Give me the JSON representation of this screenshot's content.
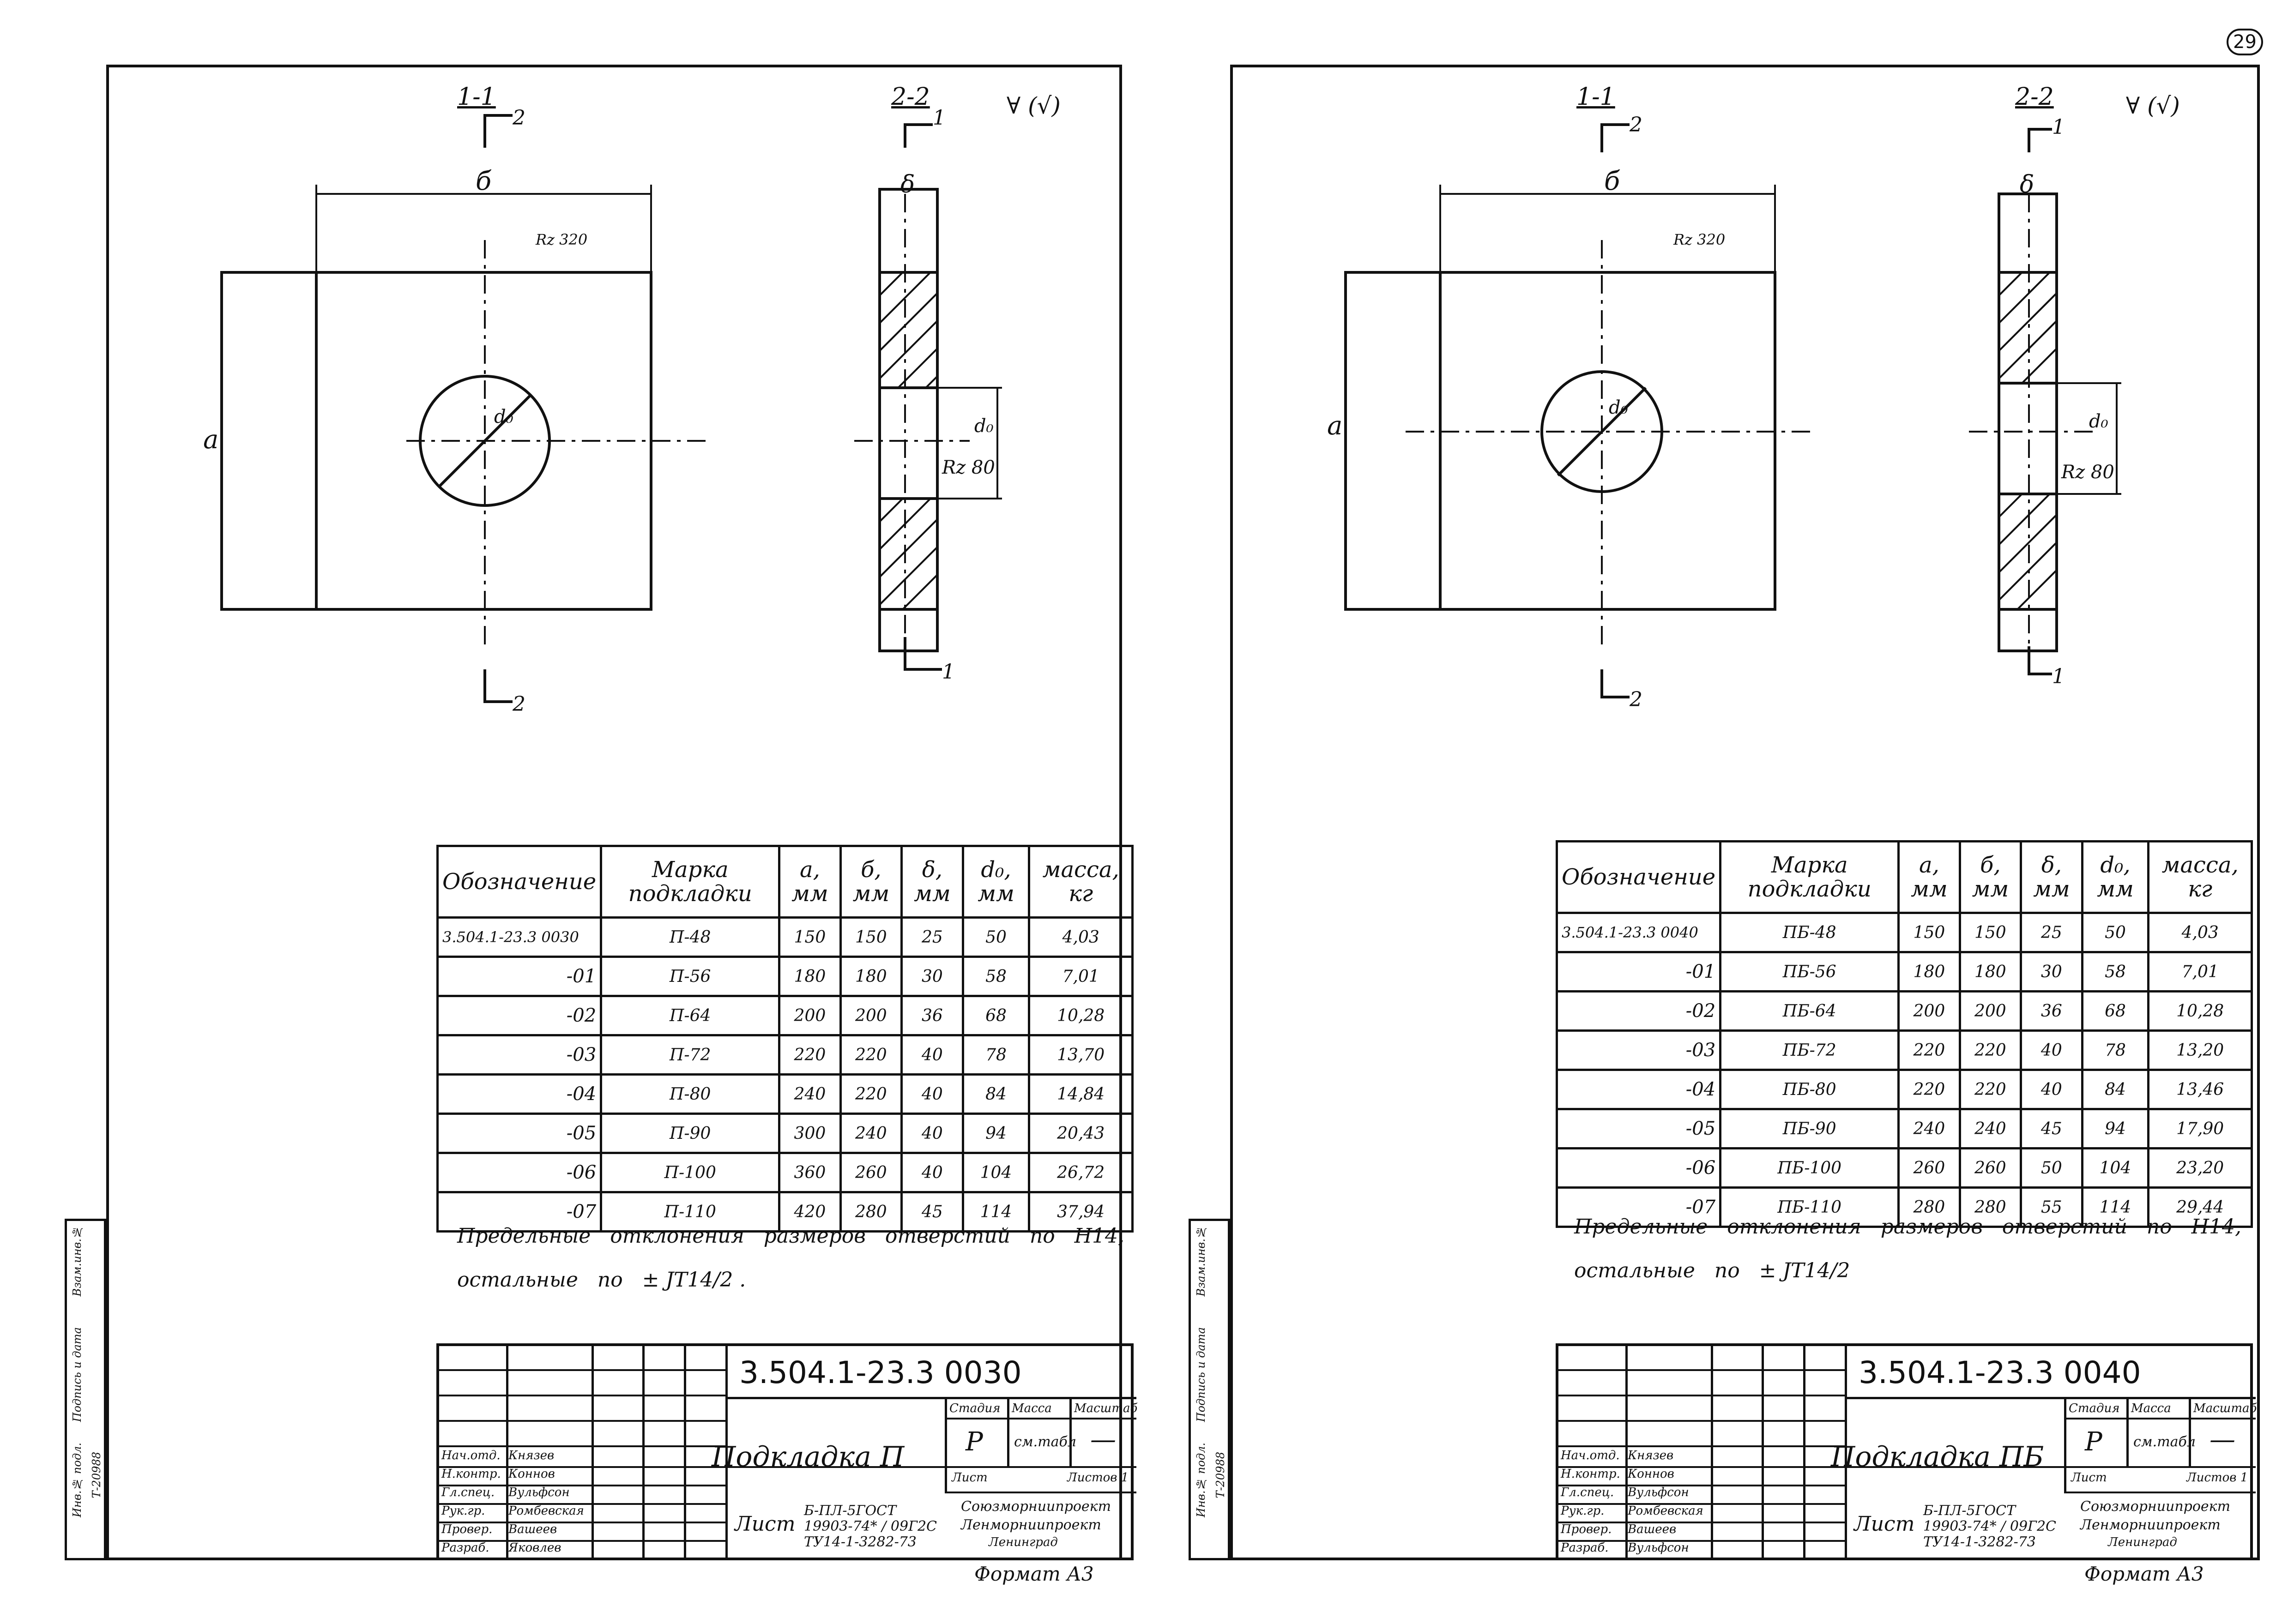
{
  "page_number": "29",
  "sheets": [
    {
      "section_1": "1-1",
      "section_2": "2-2",
      "mark_1": "2",
      "mark_2": "1",
      "roughness_main": "∀ (√)",
      "roughness_face": "Rz 320",
      "roughness_hole": "Rz 80",
      "dim_a": "а",
      "dim_b": "б",
      "dim_delta": "δ",
      "dim_d0": "d₀",
      "headers": [
        "Обозначение",
        "Марка подкладки",
        "а, мм",
        "б, мм",
        "δ, мм",
        "d₀, мм",
        "масса, кг"
      ],
      "rows": [
        [
          "3.504.1-23.3 0030",
          "П-48",
          "150",
          "150",
          "25",
          "50",
          "4,03"
        ],
        [
          "-01",
          "П-56",
          "180",
          "180",
          "30",
          "58",
          "7,01"
        ],
        [
          "-02",
          "П-64",
          "200",
          "200",
          "36",
          "68",
          "10,28"
        ],
        [
          "-03",
          "П-72",
          "220",
          "220",
          "40",
          "78",
          "13,70"
        ],
        [
          "-04",
          "П-80",
          "240",
          "220",
          "40",
          "84",
          "14,84"
        ],
        [
          "-05",
          "П-90",
          "300",
          "240",
          "40",
          "94",
          "20,43"
        ],
        [
          "-06",
          "П-100",
          "360",
          "260",
          "40",
          "104",
          "26,72"
        ],
        [
          "-07",
          "П-110",
          "420",
          "280",
          "45",
          "114",
          "37,94"
        ]
      ],
      "note_line1": "Предельные   отклонения   размеров   отверстий   по   Н14,",
      "note_line2": "остальные   по   ± JT14/2 .",
      "doc_code": "3.504.1-23.3  0030",
      "title": "Подкладка П",
      "stage_label": "Стадия",
      "mass_label": "Масса",
      "scale_label": "Масштаб",
      "stage": "Р",
      "mass": "см.табл",
      "scale": "—",
      "sheet_label": "Лист",
      "sheets_label": "Листов 1",
      "material": "Б-ПЛ-5ГОСТ 19903-74* / 09Г2С ТУ14-1-3282-73",
      "org_1": "Союзморниипроект",
      "org_2": "Ленморниипроект",
      "org_3": "Ленинград",
      "format": "Формат А3",
      "inventory": "Т-20988",
      "sig_roles": [
        "Нач.отд.",
        "Н.контр.",
        "Гл.спец.",
        "Рук.гр.",
        "Провер.",
        "Разраб."
      ],
      "sig_names": [
        "Князев",
        "Коннов",
        "Вульфсон",
        "Ромбевская",
        "Вашеев",
        "Яковлев"
      ],
      "side_labels": [
        "Инв.№ подл.",
        "Подпись и дата",
        "Взам.инв.№"
      ]
    },
    {
      "section_1": "1-1",
      "section_2": "2-2",
      "mark_1": "2",
      "mark_2": "1",
      "roughness_main": "∀ (√)",
      "roughness_face": "Rz 320",
      "roughness_hole": "Rz 80",
      "dim_a": "а",
      "dim_b": "б",
      "dim_delta": "δ",
      "dim_d0": "d₀",
      "headers": [
        "Обозначение",
        "Марка подкладки",
        "а, мм",
        "б, мм",
        "δ, мм",
        "d₀, мм",
        "масса, кг"
      ],
      "rows": [
        [
          "3.504.1-23.3 0040",
          "ПБ-48",
          "150",
          "150",
          "25",
          "50",
          "4,03"
        ],
        [
          "-01",
          "ПБ-56",
          "180",
          "180",
          "30",
          "58",
          "7,01"
        ],
        [
          "-02",
          "ПБ-64",
          "200",
          "200",
          "36",
          "68",
          "10,28"
        ],
        [
          "-03",
          "ПБ-72",
          "220",
          "220",
          "40",
          "78",
          "13,20"
        ],
        [
          "-04",
          "ПБ-80",
          "220",
          "220",
          "40",
          "84",
          "13,46"
        ],
        [
          "-05",
          "ПБ-90",
          "240",
          "240",
          "45",
          "94",
          "17,90"
        ],
        [
          "-06",
          "ПБ-100",
          "260",
          "260",
          "50",
          "104",
          "23,20"
        ],
        [
          "-07",
          "ПБ-110",
          "280",
          "280",
          "55",
          "114",
          "29,44"
        ]
      ],
      "note_line1": "Предельные   отклонения   размеров   отверстий   по   Н14,",
      "note_line2": "остальные   по   ± JT14/2",
      "doc_code": "3.504.1-23.3  0040",
      "title": "Подкладка ПБ",
      "stage_label": "Стадия",
      "mass_label": "Масса",
      "scale_label": "Масштаб",
      "stage": "Р",
      "mass": "см.табл",
      "scale": "—",
      "sheet_label": "Лист",
      "sheets_label": "Листов 1",
      "material": "Б-ПЛ-5ГОСТ 19903-74* / 09Г2С ТУ14-1-3282-73",
      "org_1": "Союзморниипроект",
      "org_2": "Ленморниипроект",
      "org_3": "Ленинград",
      "format": "Формат А3",
      "inventory": "Т-20988",
      "sig_roles": [
        "Нач.отд.",
        "Н.контр.",
        "Гл.спец.",
        "Рук.гр.",
        "Провер.",
        "Разраб."
      ],
      "sig_names": [
        "Князев",
        "Коннов",
        "Вульфсон",
        "Ромбевская",
        "Вашеев",
        "Вульфсон"
      ],
      "side_labels": [
        "Инв.№ подл.",
        "Подпись и дата",
        "Взам.инв.№"
      ]
    }
  ]
}
